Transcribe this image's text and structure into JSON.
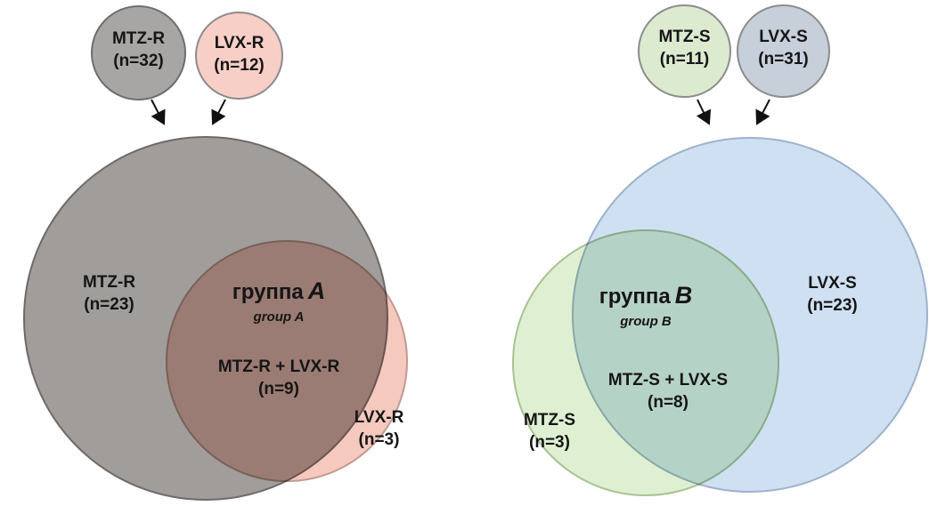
{
  "left_panel": {
    "source_circles": [
      {
        "name": "MTZ-R",
        "count": "(n=32)",
        "fill": "#a8a6a4"
      },
      {
        "name": "LVX-R",
        "count": "(n=12)",
        "fill": "#f8cfc6"
      }
    ],
    "main_circle": {
      "name": "MTZ-R",
      "count": "(n=23)",
      "fill": "#a09d9b"
    },
    "overlay_circle": {
      "name": "LVX-R",
      "count": "(n=3)",
      "fill": "#f5c9be"
    },
    "intersection": {
      "group_ru": "группа",
      "group_letter": "A",
      "group_en": "group A",
      "formula": "MTZ-R + LVX-R",
      "count": "(n=9)"
    }
  },
  "right_panel": {
    "source_circles": [
      {
        "name": "MTZ-S",
        "count": "(n=11)",
        "fill": "#dcead0"
      },
      {
        "name": "LVX-S",
        "count": "(n=31)",
        "fill": "#c6cfda"
      }
    ],
    "main_circle": {
      "name": "LVX-S",
      "count": "(n=23)",
      "fill": "#cfe0f2"
    },
    "overlay_circle": {
      "name": "MTZ-S",
      "count": "(n=3)",
      "fill": "#dff0d2"
    },
    "intersection": {
      "group_ru": "группа",
      "group_letter": "B",
      "group_en": "group B",
      "formula": "MTZ-S + LVX-S",
      "count": "(n=8)"
    }
  },
  "icons": {
    "arrow_down_right": "↘",
    "arrow_down_left": "↙"
  },
  "colors": {
    "gray": "#a09d9b",
    "pink": "#f5c9be",
    "green": "#dff0d2",
    "blue": "#cfe0f2",
    "blue_gray": "#c6cfda",
    "stroke": "#6e6e6e",
    "text": "#151515",
    "background": "#ffffff"
  }
}
